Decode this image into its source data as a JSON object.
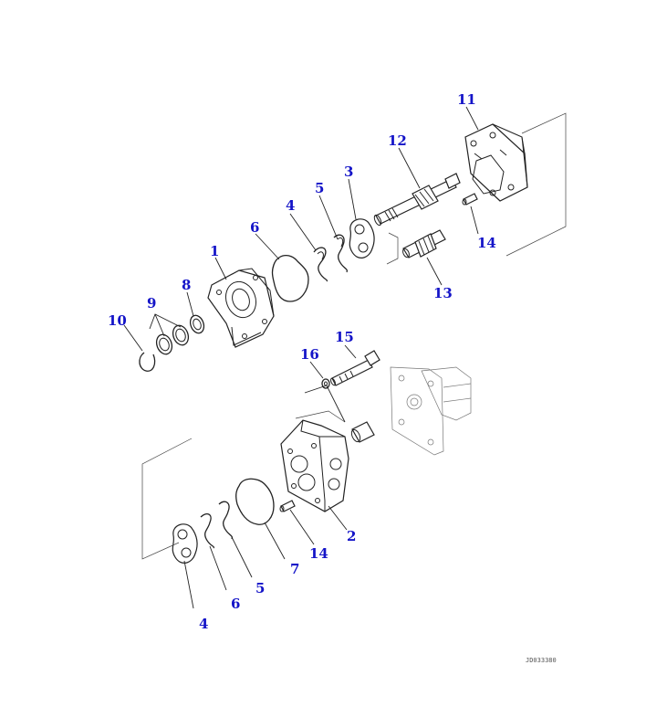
{
  "diagram": {
    "reference_code": "JD033380",
    "colors": {
      "label": "#1414c8",
      "line": "#222222",
      "background": "#ffffff"
    },
    "part_labels": [
      {
        "id": "p11",
        "text": "11"
      },
      {
        "id": "p12",
        "text": "12"
      },
      {
        "id": "p3",
        "text": "3"
      },
      {
        "id": "p5a",
        "text": "5"
      },
      {
        "id": "p4a",
        "text": "4"
      },
      {
        "id": "p6a",
        "text": "6"
      },
      {
        "id": "p14a",
        "text": "14"
      },
      {
        "id": "p1",
        "text": "1"
      },
      {
        "id": "p8",
        "text": "8"
      },
      {
        "id": "p13",
        "text": "13"
      },
      {
        "id": "p9",
        "text": "9"
      },
      {
        "id": "p10",
        "text": "10"
      },
      {
        "id": "p15",
        "text": "15"
      },
      {
        "id": "p16",
        "text": "16"
      },
      {
        "id": "p2",
        "text": "2"
      },
      {
        "id": "p14b",
        "text": "14"
      },
      {
        "id": "p7",
        "text": "7"
      },
      {
        "id": "p5b",
        "text": "5"
      },
      {
        "id": "p6b",
        "text": "6"
      },
      {
        "id": "p4b",
        "text": "4"
      }
    ]
  }
}
